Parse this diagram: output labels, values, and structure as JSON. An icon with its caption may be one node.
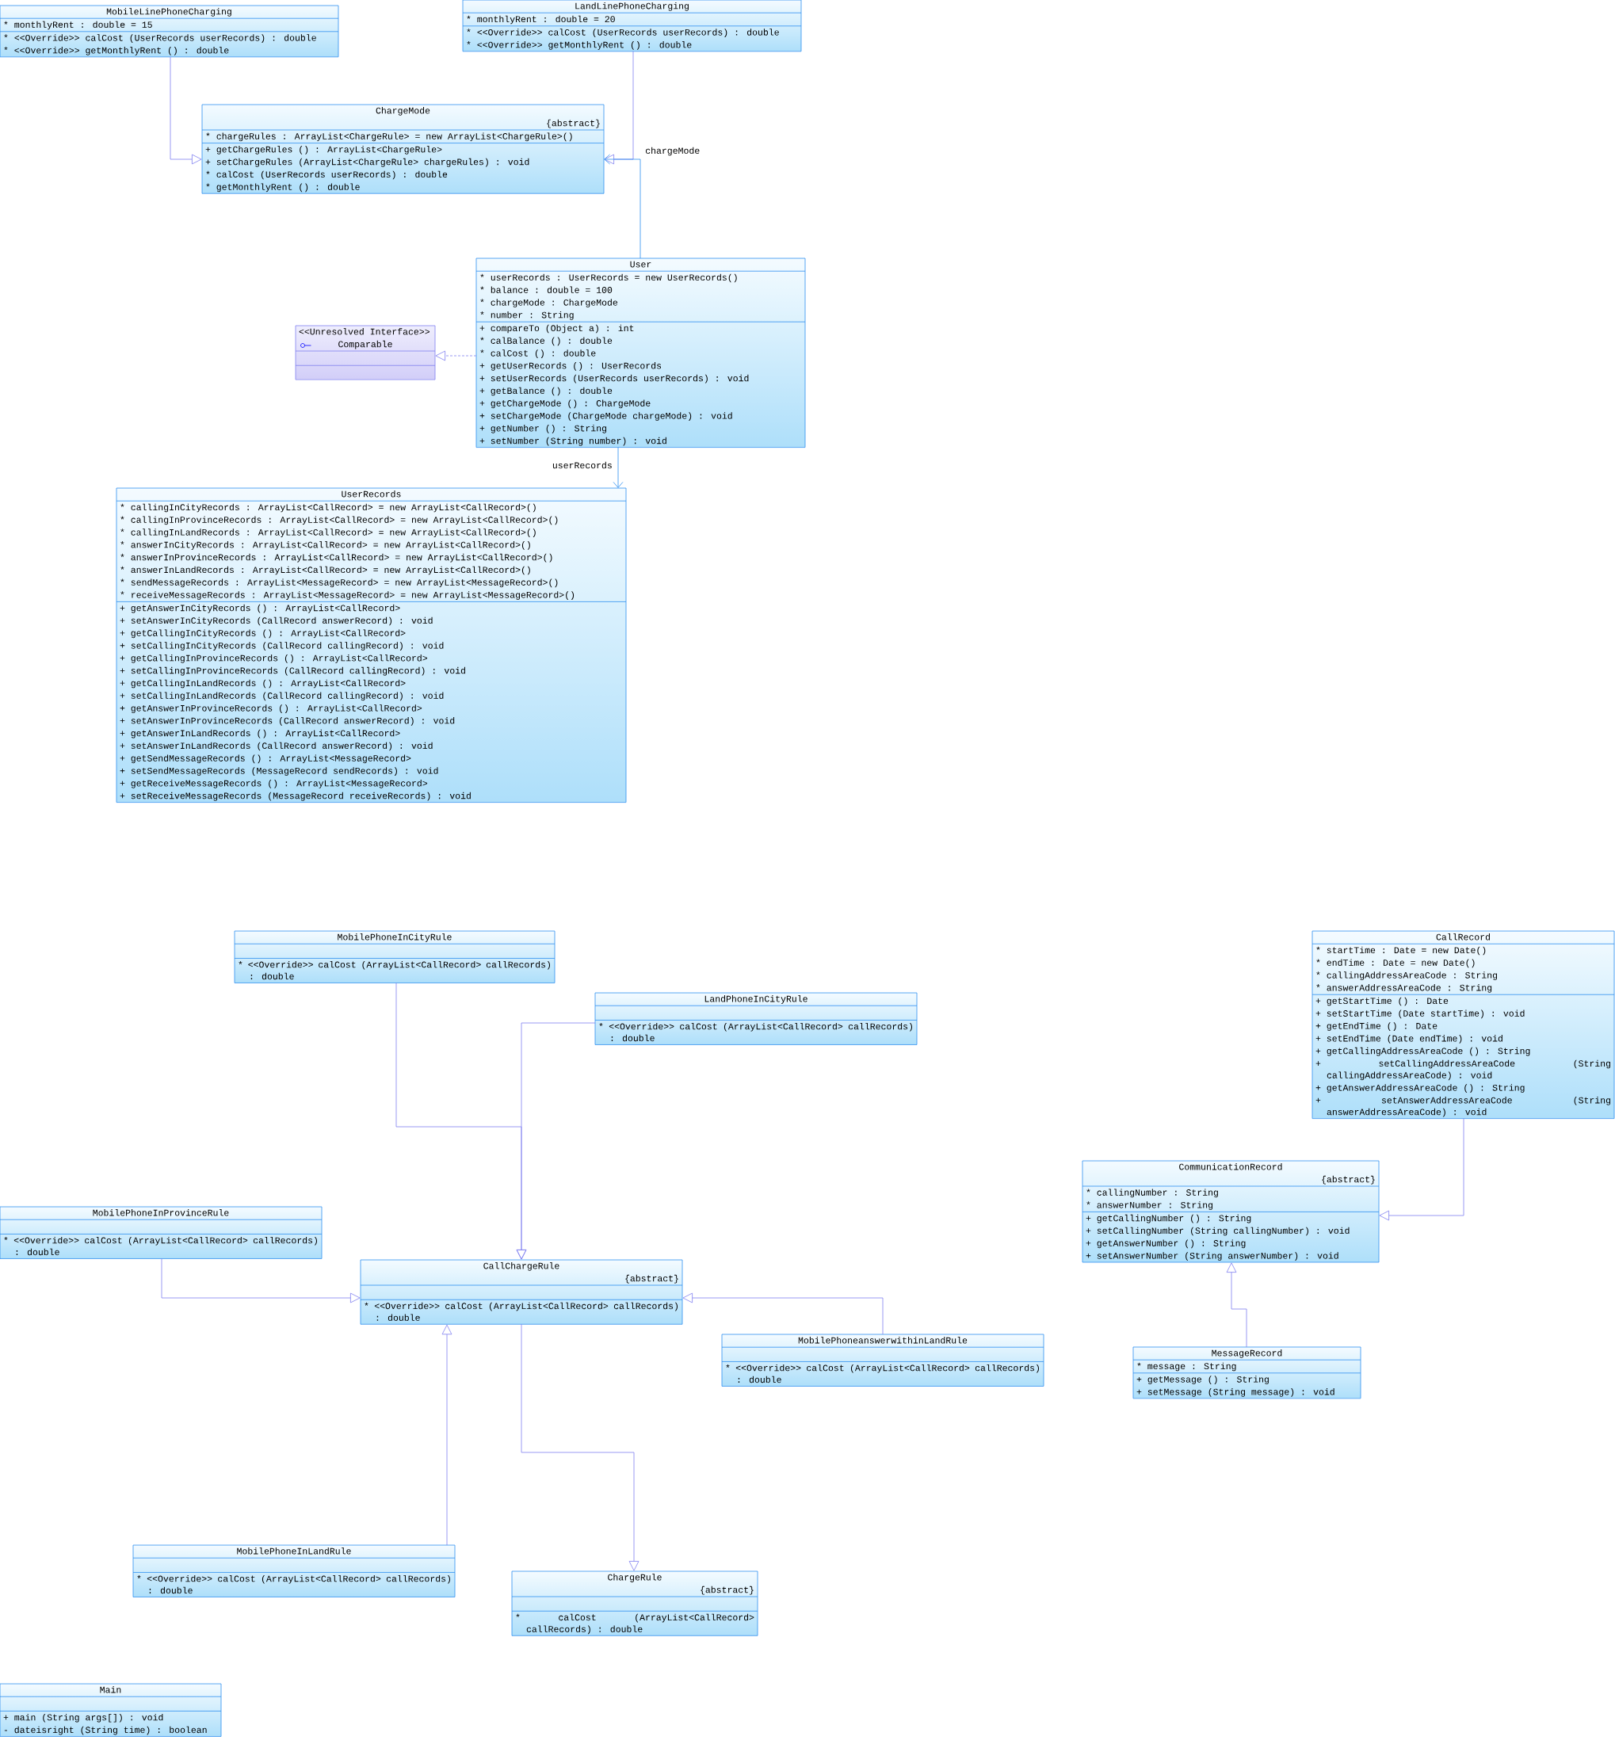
{
  "diagram": {
    "nodes": [
      {
        "text": [
          "MobileLinePhoneCharging",
          "* monthlyRent : double = 15",
          "* <<Override>> calCost (UserRecords userRecords) : double",
          "* <<Override>> getMonthlyRent () : double"
        ]
      },
      {
        "text": [
          "LandLinePhoneCharging",
          "* monthlyRent : double = 20",
          "* <<Override>> calCost (UserRecords userRecords) : double",
          "* <<Override>> getMonthlyRent () : double"
        ]
      },
      {
        "text": [
          "ChargeMode",
          "{abstract}",
          "* chargeRules : ArrayList<ChargeRule> = new ArrayList<ChargeRule>()",
          "+ getChargeRules () : ArrayList<ChargeRule>",
          "+ setChargeRules (ArrayList<ChargeRule> chargeRules) : void",
          "* calCost (UserRecords userRecords) : double",
          "* getMonthlyRent () : double"
        ]
      },
      {
        "text": [
          "User",
          "* userRecords : UserRecords = new UserRecords()",
          "* balance : double = 100",
          "* chargeMode : ChargeMode",
          "* number : String",
          "+ compareTo (Object a) : int",
          "* calBalance () : double",
          "* calCost () : double",
          "+ getUserRecords () : UserRecords",
          "+ setUserRecords (UserRecords userRecords) : void",
          "+ getBalance () : double",
          "+ getChargeMode () : ChargeMode",
          "+ setChargeMode (ChargeMode chargeMode) : void",
          "+ getNumber () : String",
          "+ setNumber (String number) : void"
        ]
      },
      {
        "text": [
          "<<Unresolved Interface>>",
          "Comparable"
        ]
      },
      {
        "text": [
          "UserRecords",
          "* callingInCityRecords : ArrayList<CallRecord> = new ArrayList<CallRecord>()",
          "* callingInProvinceRecords : ArrayList<CallRecord> = new ArrayList<CallRecord>()",
          "* callingInLandRecords : ArrayList<CallRecord> = new ArrayList<CallRecord>()",
          "* answerInCityRecords : ArrayList<CallRecord> = new ArrayList<CallRecord>()",
          "* answerInProvinceRecords : ArrayList<CallRecord> = new ArrayList<CallRecord>()",
          "* answerInLandRecords : ArrayList<CallRecord> = new ArrayList<CallRecord>()",
          "* sendMessageRecords : ArrayList<MessageRecord> = new ArrayList<MessageRecord>()",
          "* receiveMessageRecords : ArrayList<MessageRecord> = new ArrayList<MessageRecord>()",
          "+ getAnswerInCityRecords () : ArrayList<CallRecord>",
          "+ setAnswerInCityRecords (CallRecord answerRecord) : void",
          "+ getCallingInCityRecords () : ArrayList<CallRecord>",
          "+ setCallingInCityRecords (CallRecord callingRecord) : void",
          "+ getCallingInProvinceRecords () : ArrayList<CallRecord>",
          "+ setCallingInProvinceRecords (CallRecord callingRecord) : void",
          "+ getCallingInLandRecords () : ArrayList<CallRecord>",
          "+ setCallingInLandRecords (CallRecord callingRecord) : void",
          "+ getAnswerInProvinceRecords () : ArrayList<CallRecord>",
          "+ setAnswerInProvinceRecords (CallRecord answerRecord) : void",
          "+ getAnswerInLandRecords () : ArrayList<CallRecord>",
          "+ setAnswerInLandRecords (CallRecord answerRecord) : void",
          "+ getSendMessageRecords () : ArrayList<MessageRecord>",
          "+ setSendMessageRecords (MessageRecord sendRecords) : void",
          "+ getReceiveMessageRecords () : ArrayList<MessageRecord>",
          "+ setReceiveMessageRecords (MessageRecord receiveRecords) : void"
        ]
      },
      {
        "text": [
          "MobilePhoneInCityRule",
          "* <<Override>> calCost (ArrayList<CallRecord> callRecords) : double"
        ]
      },
      {
        "text": [
          "LandPhoneInCityRule",
          "* <<Override>> calCost (ArrayList<CallRecord> callRecords) : double"
        ]
      },
      {
        "text": [
          "CallRecord",
          "* startTime : Date = new Date()",
          "* endTime : Date = new Date()",
          "* callingAddressAreaCode : String",
          "* answerAddressAreaCode : String",
          "+ getStartTime () : Date",
          "+ setStartTime (Date startTime) : void",
          "+ getEndTime () : Date",
          "+ setEndTime (Date endTime) : void",
          "+ getCallingAddressAreaCode () : String",
          "+ setCallingAddressAreaCode (String callingAddressAreaCode) : void",
          "+ getAnswerAddressAreaCode () : String",
          "+ setAnswerAddressAreaCode (String answerAddressAreaCode) : void"
        ]
      },
      {
        "text": [
          "CommunicationRecord",
          "{abstract}",
          "* callingNumber : String",
          "* answerNumber : String",
          "+ getCallingNumber () : String",
          "+ setCallingNumber (String callingNumber) : void",
          "+ getAnswerNumber () : String",
          "+ setAnswerNumber (String answerNumber) : void"
        ]
      },
      {
        "text": [
          "MobilePhoneInProvinceRule",
          "* <<Override>> calCost (ArrayList<CallRecord> callRecords) : double"
        ]
      },
      {
        "text": [
          "CallChargeRule",
          "{abstract}",
          "* <<Override>> calCost (ArrayList<CallRecord> callRecords) : double"
        ]
      },
      {
        "text": [
          "MobilePhoneanswerwithinLandRule",
          "* <<Override>> calCost (ArrayList<CallRecord> callRecords) : double"
        ]
      },
      {
        "text": [
          "MessageRecord",
          "* message : String",
          "+ getMessage () : String",
          "+ setMessage (String message) : void"
        ]
      },
      {
        "text": [
          "MobilePhoneInLandRule",
          "* <<Override>> calCost (ArrayList<CallRecord> callRecords) : double"
        ]
      },
      {
        "text": [
          "ChargeRule",
          "{abstract}",
          "* calCost (ArrayList<CallRecord> callRecords) : double"
        ]
      },
      {
        "text": [
          "Main",
          "+ main (String args[]) : void",
          "- dateisright (String time) : boolean"
        ]
      }
    ],
    "edges": [
      {
        "from": 0,
        "to": 2,
        "arrow": "to"
      },
      {
        "from": 1,
        "to": 2,
        "arrow": "to"
      },
      {
        "from": 3,
        "to": 2,
        "arrow": "to",
        "label": "chargeMode",
        "color": "#2f8ff0"
      },
      {
        "from": 3,
        "to": 4,
        "arrow": "to",
        "style": "dashed"
      },
      {
        "from": 3,
        "to": 5,
        "arrow": "to",
        "label": "userRecords",
        "color": "#2f8ff0"
      },
      {
        "from": 6,
        "to": 11,
        "arrow": "to"
      },
      {
        "from": 7,
        "to": 11,
        "arrow": "to"
      },
      {
        "from": 10,
        "to": 11,
        "arrow": "to"
      },
      {
        "from": 12,
        "to": 11,
        "arrow": "to"
      },
      {
        "from": 14,
        "to": 11,
        "arrow": "to"
      },
      {
        "from": 11,
        "to": 15,
        "arrow": "to"
      },
      {
        "from": 8,
        "to": 9,
        "arrow": "to"
      },
      {
        "from": 13,
        "to": 9,
        "arrow": "to"
      }
    ]
  }
}
